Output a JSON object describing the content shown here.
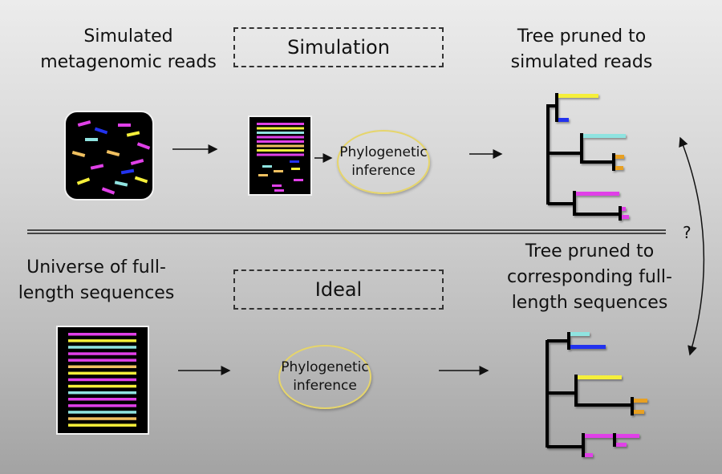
{
  "top_section": {
    "left_label": "Simulated\nmetagenomic reads",
    "box_label": "Simulation",
    "inference_label": "Phylogenetic\ninference",
    "right_label": "Tree pruned to\nsimulated reads"
  },
  "bottom_section": {
    "left_label": "Universe of full-\nlength sequences",
    "box_label": "Ideal",
    "inference_label": "Phylogenetic\ninference",
    "right_label": "Tree pruned to\ncorresponding full-\nlength sequences"
  },
  "comparison_label": "?",
  "colors": {
    "magenta": "#e040e8",
    "yellow": "#f5ef3a",
    "cyan": "#8fe3e0",
    "orange": "#f0c060",
    "dark_orange": "#e8a020",
    "blue": "#2233ee",
    "ellipse_border": "#e6d56a"
  },
  "scattered_reads_colors": [
    "magenta",
    "blue",
    "magenta",
    "cyan",
    "yellow",
    "magenta",
    "orange",
    "orange",
    "magenta",
    "magenta",
    "blue",
    "yellow",
    "yellow",
    "cyan",
    "magenta"
  ],
  "aligned_reads_colors": [
    "magenta",
    "yellow",
    "cyan",
    "magenta",
    "magenta",
    "orange",
    "yellow",
    "magenta"
  ],
  "full_length_colors": [
    "magenta",
    "yellow",
    "cyan",
    "magenta",
    "magenta",
    "orange",
    "yellow",
    "magenta",
    "yellow",
    "cyan",
    "magenta",
    "magenta",
    "cyan",
    "orange",
    "yellow"
  ]
}
